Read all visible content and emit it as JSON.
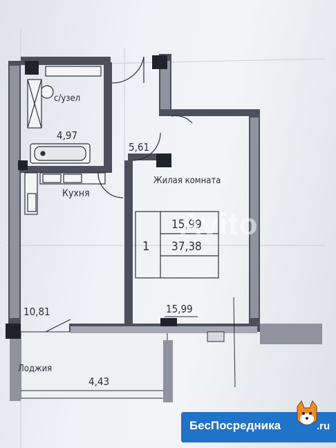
{
  "rooms": {
    "bathroom_label": "с/узел",
    "bathroom_area": "4,97",
    "hall_area": "5,61",
    "kitchen_label": "Кухня",
    "kitchen_area": "10,81",
    "living_label": "Жилая комната",
    "living_area": "15,99",
    "loggia_label": "Лоджия",
    "loggia_area": "4,43"
  },
  "summary_table": {
    "rooms_count": "1",
    "living_area": "15,99",
    "total_area": "37,38"
  },
  "watermark": "Avito",
  "banner": {
    "name": "БесПосредника",
    "domain": ".ru"
  },
  "colors": {
    "wall": "#3a3f4a",
    "fill": "#9aa0ab",
    "banner": "#1f73c9",
    "mascot": "#f08a2a"
  }
}
